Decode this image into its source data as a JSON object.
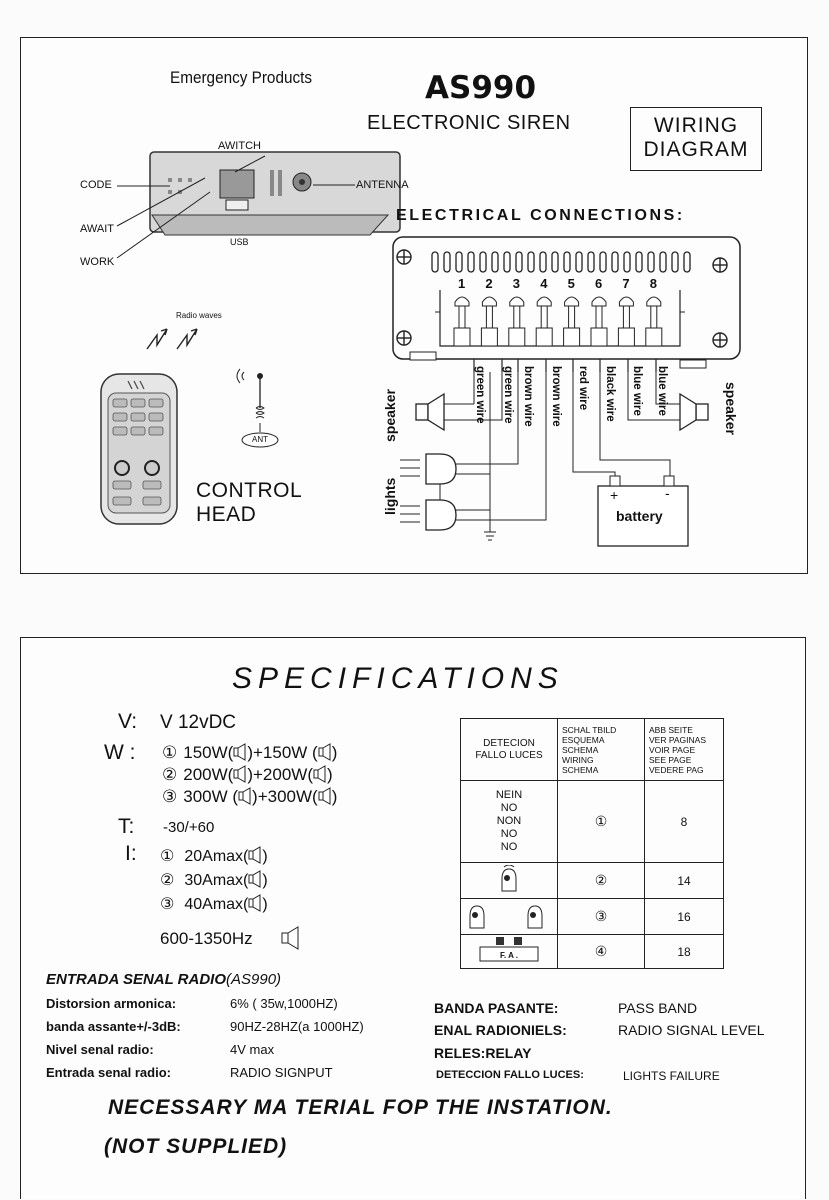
{
  "top": {
    "brand": "Emergency Products",
    "model": "AS990",
    "product": "ELECTRONIC SIREN",
    "diagram_box": [
      "WIRING",
      "DIAGRAM"
    ],
    "unit_labels": {
      "awitch": "AWITCH",
      "code": "CODE",
      "antenna": "ANTENNA",
      "await": "AWAIT",
      "usb": "USB",
      "work": "WORK"
    },
    "radio_waves": "Radio waves",
    "ant": "ANT",
    "control_head": [
      "CONTROL",
      "HEAD"
    ],
    "elec_title": "ELECTRICAL CONNECTIONS:",
    "terminal_numbers": [
      "1",
      "2",
      "3",
      "4",
      "5",
      "6",
      "7",
      "8"
    ],
    "wires": [
      "green wire",
      "green wire",
      "brown wire",
      "brown wire",
      "red wire",
      "black wire",
      "blue wire",
      "blue wire"
    ],
    "speaker": "speaker",
    "lights": "lights",
    "battery": "battery",
    "battery_plus": "+",
    "battery_minus": "-"
  },
  "specs": {
    "title": "SPECIFICATIONS",
    "v_label": "V:",
    "v_value": "V 12vDC",
    "w_label": "W :",
    "w_rows": [
      {
        "num": "①",
        "a": "150W(",
        "b": ")+150W (",
        "c": ")"
      },
      {
        "num": "②",
        "a": "200W(",
        "b": ")+200W(",
        "c": ")"
      },
      {
        "num": "③",
        "a": "300W (",
        "b": ")+300W(",
        "c": ")"
      }
    ],
    "t_label": "T:",
    "t_value": "-30/+60",
    "i_label": "I:",
    "i_rows": [
      {
        "num": "①",
        "a": "20Amax(",
        "c": ")"
      },
      {
        "num": "②",
        "a": "30Amax(",
        "c": ")"
      },
      {
        "num": "③",
        "a": "40Amax(",
        "c": ")"
      }
    ],
    "freq": "600-1350Hz",
    "radio_heading": "ENTRADA SENAL RADIO",
    "radio_heading_model": "(AS990)",
    "left_rows": [
      {
        "label": "Distorsion armonica:",
        "value": "6% ( 35w,1000HZ)"
      },
      {
        "label": "banda assante+/-3dB:",
        "value": "90HZ-28HZ(a 1000HZ)"
      },
      {
        "label": "Nivel senal radio:",
        "value": "4V max"
      },
      {
        "label": "Entrada senal radio:",
        "value": "RADIO SIGNPUT"
      }
    ],
    "right_rows": [
      {
        "label": "BANDA PASANTE:",
        "value": "PASS BAND"
      },
      {
        "label": "ENAL RADIONIELS:",
        "value": "RADIO SIGNAL LEVEL"
      },
      {
        "label": "RELES:RELAY",
        "value": ""
      },
      {
        "label": "DETECCION FALLO LUCES:",
        "value": "LIGHTS FAILURE"
      }
    ],
    "necessary": "NECESSARY MA TERIAL FOP THE INSTATION.",
    "not_supplied": "(NOT SUPPLIED)",
    "table": {
      "h1": [
        "DETECION",
        "FALLO LUCES"
      ],
      "h2": [
        "SCHAL TBILD",
        "ESQUEMA",
        "SCHEMA",
        "WIRING",
        "SCHEMA"
      ],
      "h3": [
        "ABB SEITE",
        "VER PAGINAS",
        "VOIR PAGE",
        "SEE PAGE",
        "VEDERE PAG"
      ],
      "nein": [
        "NEIN",
        "NO",
        "NON",
        "NO",
        "NO"
      ],
      "fa": "F. A .",
      "rows": [
        {
          "mark": "①",
          "page": "8"
        },
        {
          "mark": "②",
          "page": "14"
        },
        {
          "mark": "③",
          "page": "16"
        },
        {
          "mark": "④",
          "page": "18"
        }
      ]
    }
  }
}
